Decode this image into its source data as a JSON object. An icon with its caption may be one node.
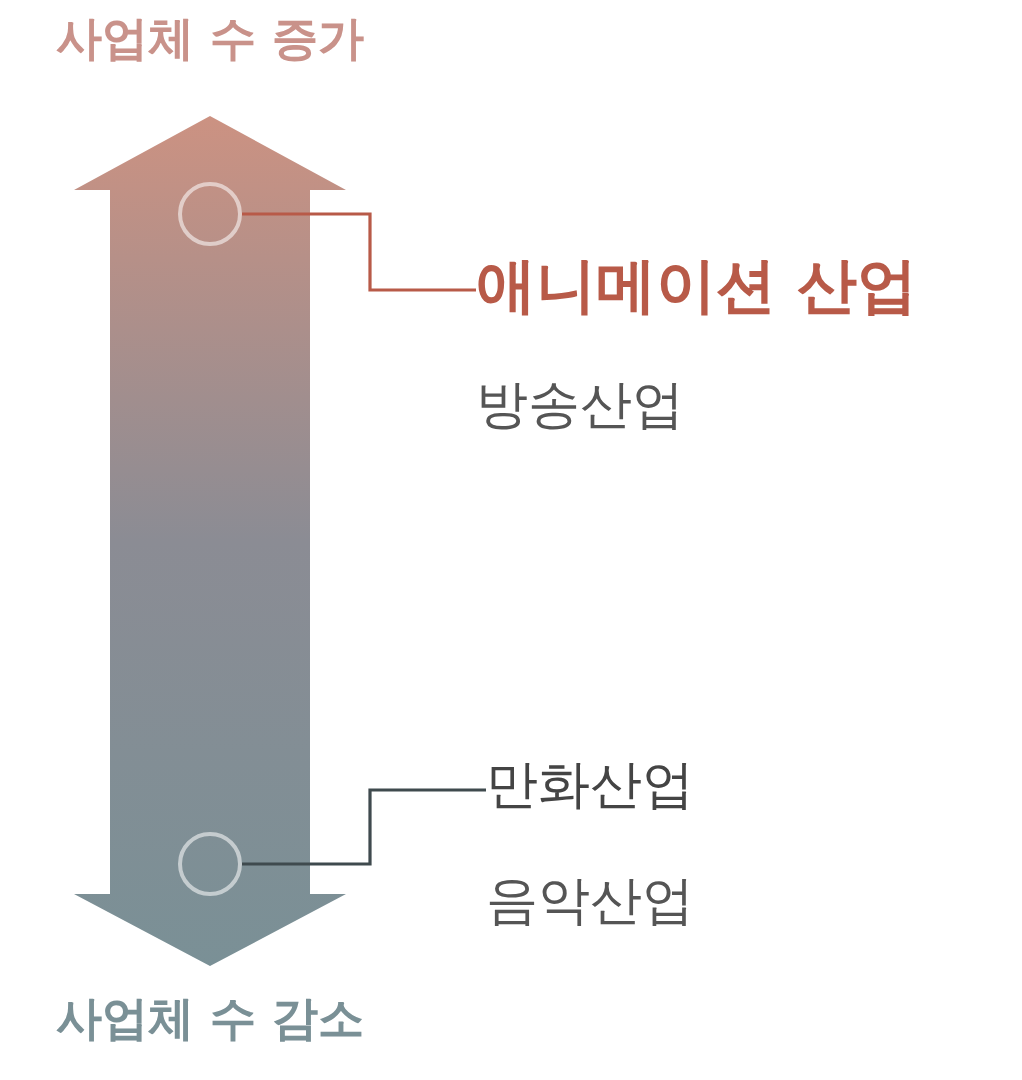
{
  "diagram": {
    "nodes": [
      {
        "text": [],
        "shape": "circle"
      },
      {
        "text": [
          "애니메이션 산업"
        ],
        "beside": [
          "방송산업"
        ]
      },
      {
        "text": [],
        "shape": "circle"
      },
      {
        "text": [
          "만화산업"
        ],
        "beside": [
          "음악산업"
        ]
      }
    ],
    "edges": [
      {
        "from": 1,
        "to": 0,
        "arrow": "none",
        "color": "#b85a48"
      },
      {
        "from": 3,
        "to": 2,
        "arrow": "none",
        "color": "#3f4a4e"
      }
    ],
    "labels": [
      "사업체 수 증가",
      "사업체 수 감소"
    ]
  }
}
